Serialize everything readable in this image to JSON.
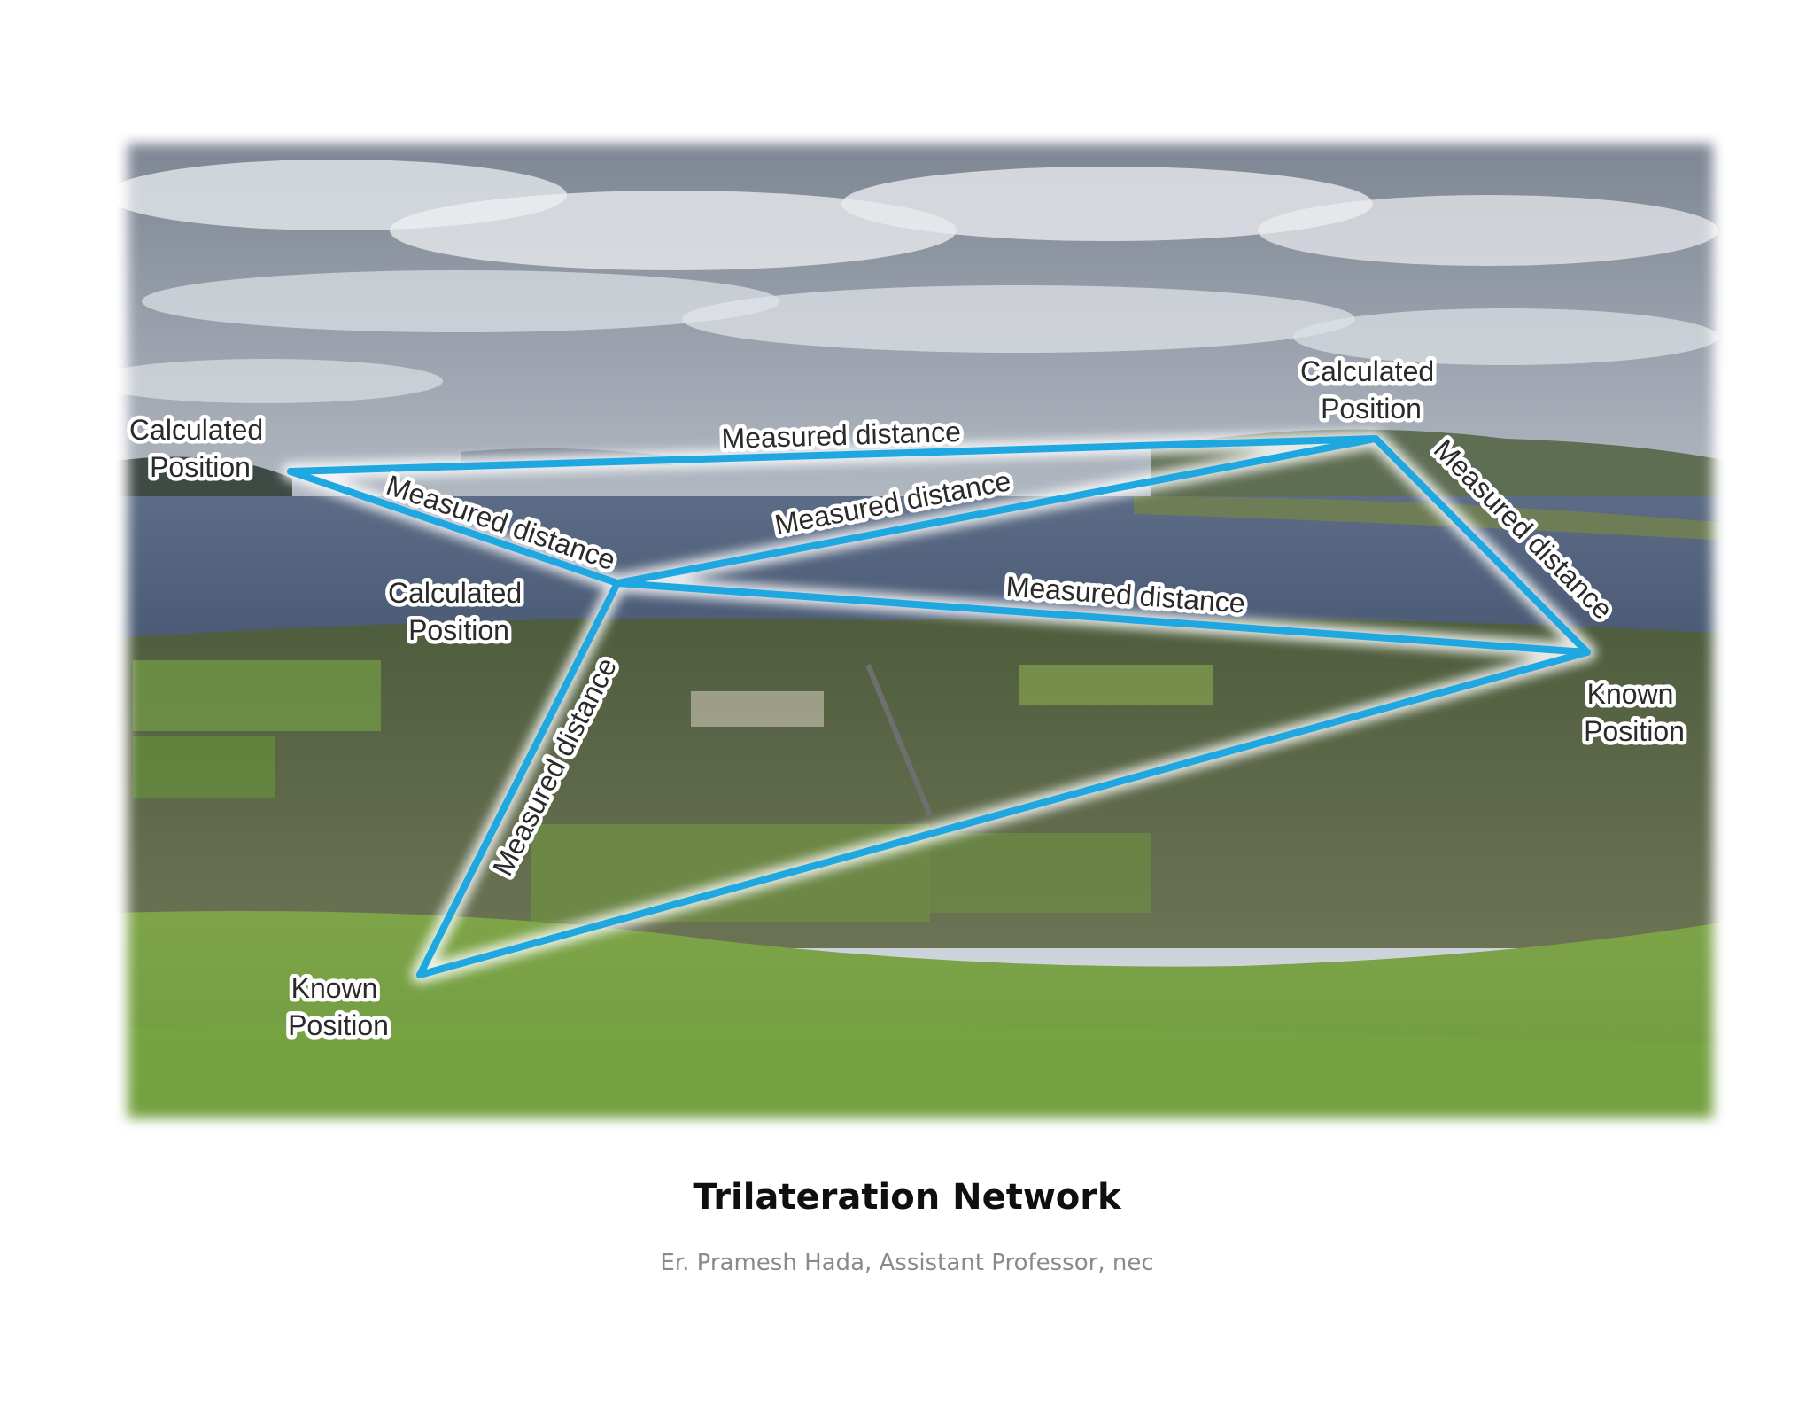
{
  "diagram": {
    "line_color": "#1ea7e1",
    "nodes": {
      "calc_left": [
        "Calculated",
        "Position"
      ],
      "calc_middle": [
        "Calculated",
        "Position"
      ],
      "calc_right": [
        "Calculated",
        "Position"
      ],
      "known_right": [
        "Known",
        "Position"
      ],
      "known_bottom": [
        "Known",
        "Position"
      ]
    },
    "edges": {
      "calc_left_to_calc_right": "Measured distance",
      "calc_left_to_calc_middle": "Measured distance",
      "calc_middle_to_calc_right": "Measured distance",
      "calc_right_to_known_right": "Measured distance",
      "calc_middle_to_known_right": "Measured distance",
      "calc_middle_to_known_bottom": "Measured distance"
    }
  },
  "title": "Trilateration Network",
  "author": "Er. Pramesh Hada, Assistant Professor, nec"
}
